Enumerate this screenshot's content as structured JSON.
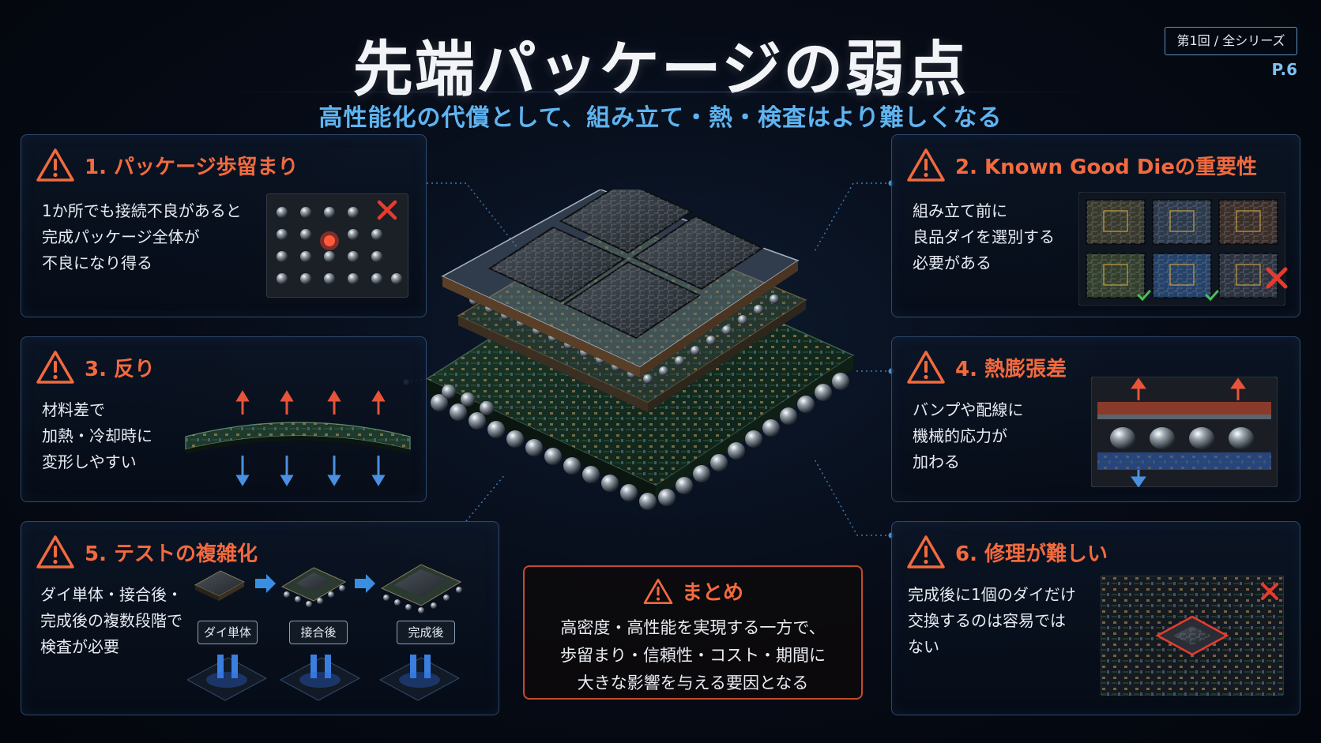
{
  "header": {
    "title": "先端パッケージの弱点",
    "subtitle": "高性能化の代償として、組み立て・熱・検査はより難しくなる",
    "series_badge": "第1回 / 全シリーズ",
    "page_number": "P.6"
  },
  "cards": [
    {
      "title": "1. パッケージ歩留まり",
      "lines": [
        "1か所でも接続不良があると",
        "完成パッケージ全体が",
        "不良になり得る"
      ]
    },
    {
      "title": "2. Known Good Dieの重要性",
      "lines": [
        "組み立て前に",
        "良品ダイを選別する",
        "必要がある"
      ]
    },
    {
      "title": "3. 反り",
      "lines": [
        "材料差で",
        "加熱・冷却時に",
        "変形しやすい"
      ]
    },
    {
      "title": "4. 熱膨張差",
      "lines": [
        "バンプや配線に",
        "機械的応力が",
        "加わる"
      ]
    },
    {
      "title": "5. テストの複雑化",
      "lines": [
        "ダイ単体・接合後・",
        "完成後の複数段階で",
        "検査が必要"
      ]
    },
    {
      "title": "6. 修理が難しい",
      "lines": [
        "完成後に1個のダイだけ",
        "交換するのは容易では",
        "ない"
      ]
    }
  ],
  "test_stages": [
    "ダイ単体",
    "接合後",
    "完成後"
  ],
  "summary": {
    "title": "まとめ",
    "lines": [
      "高密度・高性能を実現する一方で、",
      "歩留まり・信頼性・コスト・期間に",
      "大きな影響を与える要因となる"
    ]
  },
  "icons": {
    "warning": "warning-triangle-icon",
    "reject": "x-mark-icon",
    "approve": "check-mark-icon",
    "arrow": "arrow-icon"
  },
  "colors": {
    "accent_orange": "#f26a3e",
    "accent_blue": "#5fb4f0",
    "reject_red": "#e83b2e",
    "approve_green": "#44c25a"
  }
}
